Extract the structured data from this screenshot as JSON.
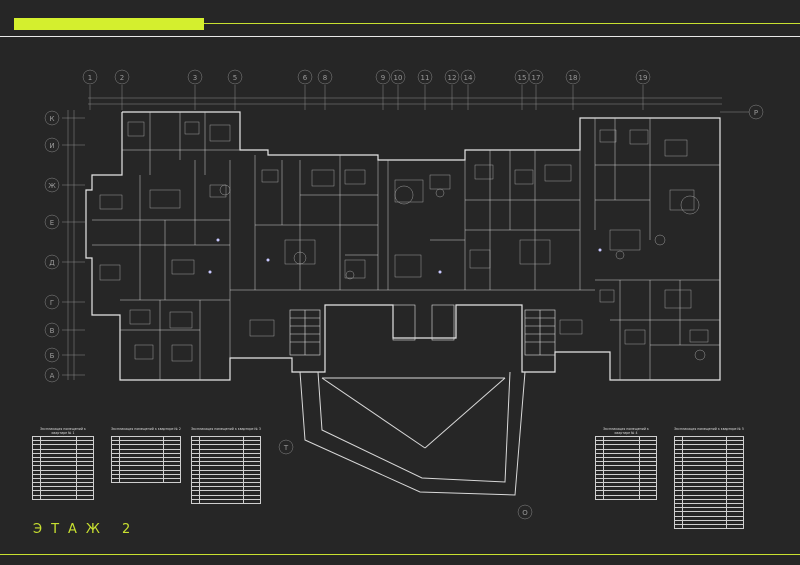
{
  "header": {
    "accent_color": "#d4ef2e"
  },
  "floor": {
    "label": "ЭТАЖ 2",
    "color": "#c8e030"
  },
  "grid_axes": {
    "columns": [
      "1",
      "2",
      "3",
      "5",
      "6",
      "8",
      "9",
      "10",
      "11",
      "12",
      "14",
      "15",
      "17",
      "18",
      "19"
    ],
    "rows": [
      "К",
      "И",
      "Ж",
      "Е",
      "Д",
      "Г",
      "В",
      "Б",
      "А"
    ],
    "extra_markers": [
      "Р",
      "Т",
      "О"
    ]
  },
  "apartments": [
    {
      "title": "Экспликация помещений к квартире № 1",
      "rows": 15
    },
    {
      "title": "Экспликация помещений к квартире № 2",
      "rows": 11
    },
    {
      "title": "Экспликация помещений к квартире № 3",
      "rows": 16
    },
    {
      "title": "Экспликация помещений к квартире № 4",
      "rows": 15
    },
    {
      "title": "Экспликация помещений к квартире № 5",
      "rows": 22
    }
  ]
}
